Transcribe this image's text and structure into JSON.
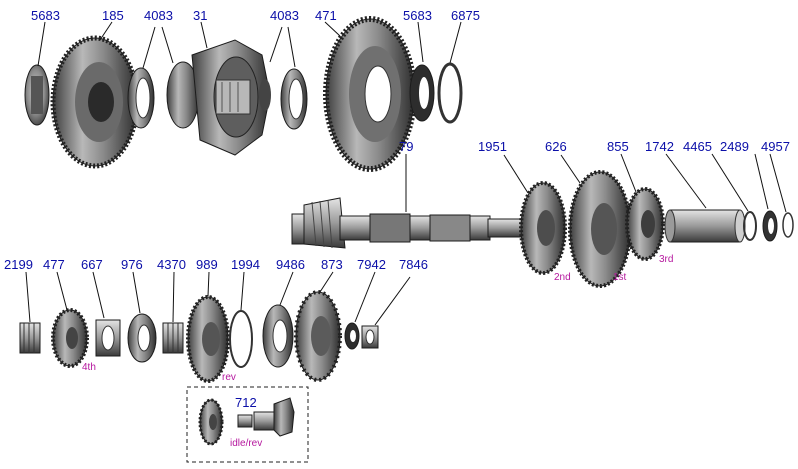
{
  "diagram": {
    "part_numbers": {
      "p5683a": "5683",
      "p185": "185",
      "p4083a": "4083",
      "p31": "31",
      "p4083b": "4083",
      "p471": "471",
      "p5683b": "5683",
      "p6875": "6875",
      "p79": "79",
      "p1951": "1951",
      "p626": "626",
      "p855": "855",
      "p1742": "1742",
      "p4465": "4465",
      "p2489": "2489",
      "p4957": "4957",
      "p2199": "2199",
      "p477": "477",
      "p667": "667",
      "p976": "976",
      "p4370": "4370",
      "p989": "989",
      "p1994": "1994",
      "p9486": "9486",
      "p873": "873",
      "p7942": "7942",
      "p7846": "7846",
      "p712": "712"
    },
    "gear_tags": {
      "second": "2nd",
      "first": "1st",
      "third": "3rd",
      "fourth": "4th",
      "reverse": "rev",
      "idle_reverse": "idle/rev"
    },
    "colors": {
      "label": "#0b0fa8",
      "tag": "#b5179e",
      "metal_dark": "#4a4a4a",
      "metal_mid": "#8a8a8a",
      "metal_light": "#d2d2d2"
    }
  }
}
